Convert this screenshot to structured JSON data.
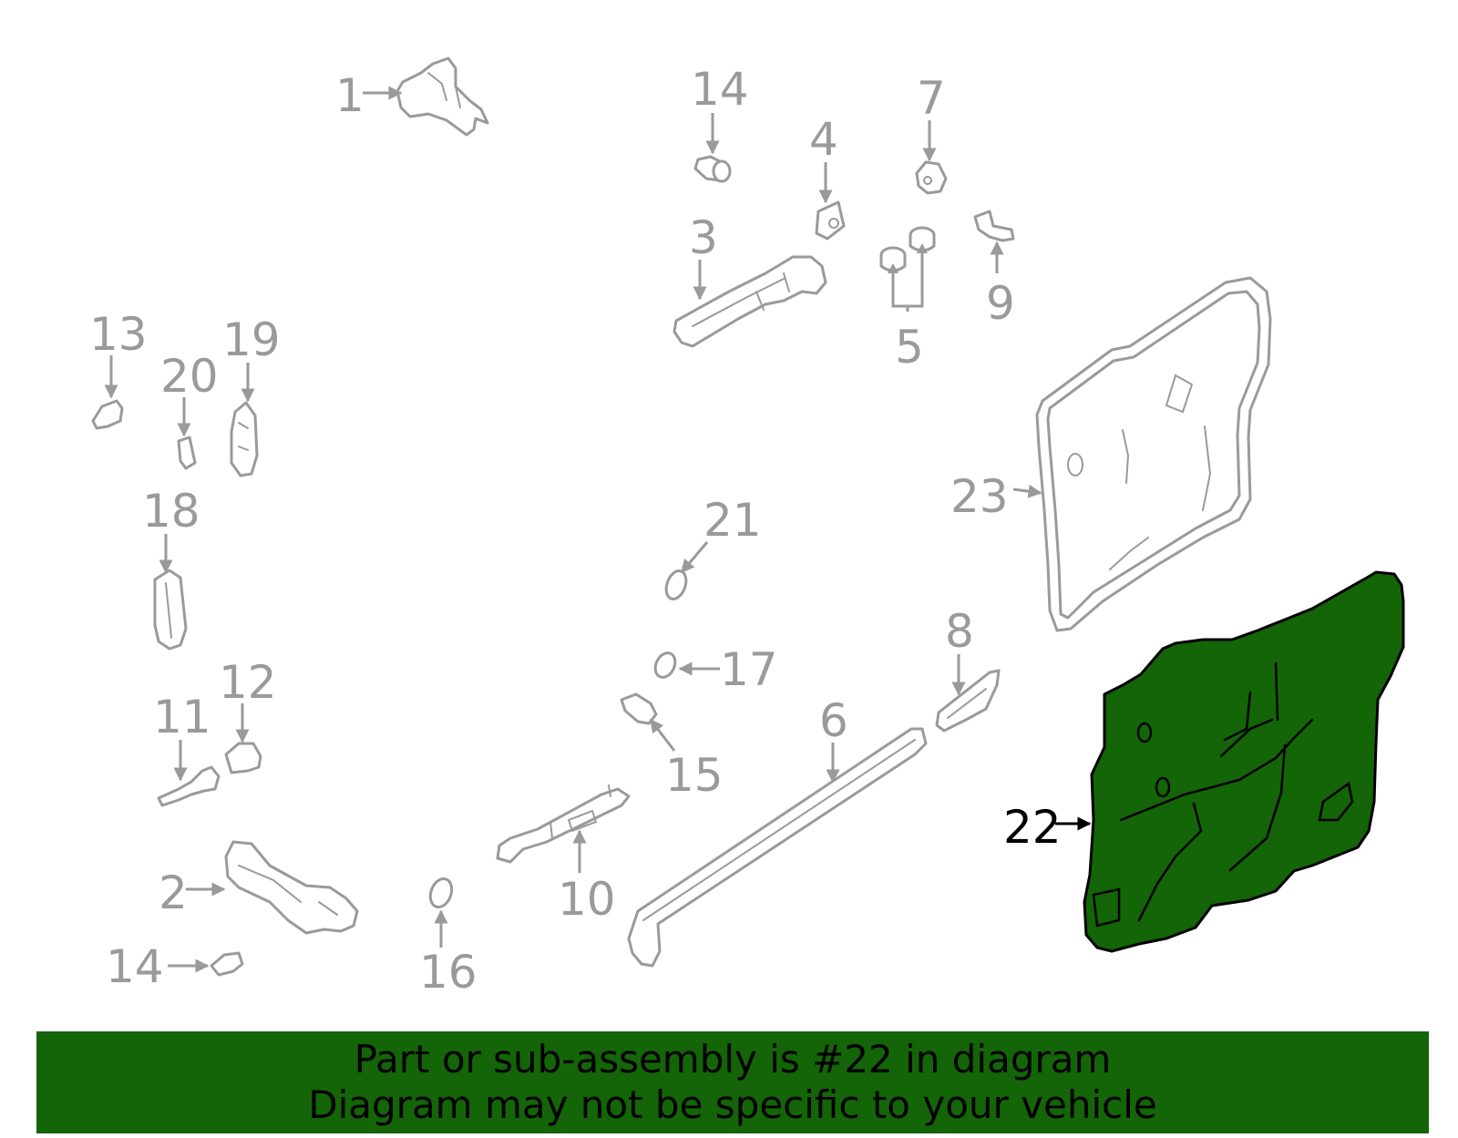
{
  "diagram": {
    "highlight_color": "#146408",
    "highlighted_part": "22",
    "callouts": {
      "c1": "1",
      "c2": "2",
      "c3": "3",
      "c4": "4",
      "c5": "5",
      "c6": "6",
      "c7": "7",
      "c8": "8",
      "c9": "9",
      "c10": "10",
      "c11": "11",
      "c12": "12",
      "c13": "13",
      "c14a": "14",
      "c14b": "14",
      "c15": "15",
      "c16": "16",
      "c17": "17",
      "c18": "18",
      "c19": "19",
      "c20": "20",
      "c21": "21",
      "c22": "22",
      "c23": "23"
    }
  },
  "banner": {
    "line1": "Part or sub-assembly is #22 in diagram",
    "line2": "Diagram may not be specific to your vehicle"
  }
}
